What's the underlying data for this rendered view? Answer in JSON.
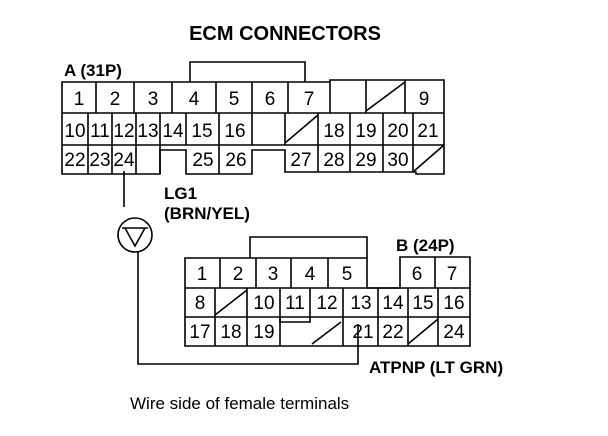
{
  "title": "ECM CONNECTORS",
  "connector_a": {
    "label": "A (31P)",
    "rows": [
      [
        "1",
        "2",
        "3",
        "4",
        "5",
        "6",
        "7",
        "",
        "/",
        "9"
      ],
      [
        "10",
        "11",
        "12",
        "13",
        "14",
        "15",
        "16",
        "/",
        "18",
        "19",
        "20",
        "21"
      ],
      [
        "22",
        "23",
        "24",
        "",
        "25",
        "26",
        "",
        "27",
        "28",
        "29",
        "30",
        "/"
      ]
    ]
  },
  "connector_b": {
    "label": "B (24P)",
    "rows": [
      [
        "1",
        "2",
        "3",
        "4",
        "5",
        "",
        "6",
        "7"
      ],
      [
        "8",
        "/",
        "10",
        "11",
        "12",
        "13",
        "14",
        "15",
        "16"
      ],
      [
        "17",
        "18",
        "19",
        "",
        "/",
        "21",
        "22",
        "/",
        "24"
      ]
    ]
  },
  "wire_lg1": {
    "name": "LG1",
    "color": "(BRN/YEL)"
  },
  "wire_atpnp": {
    "name": "ATPNP (LT GRN)"
  },
  "caption": "Wire side of female terminals",
  "colors": {
    "line": "#000000",
    "background": "#ffffff"
  }
}
